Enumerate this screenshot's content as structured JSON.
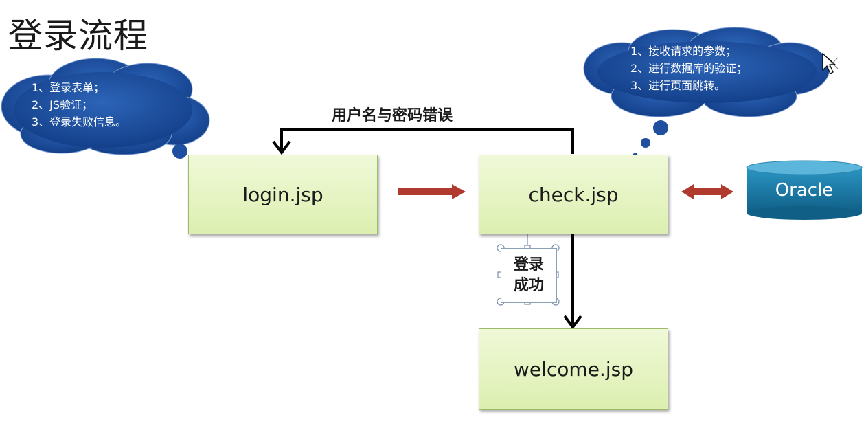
{
  "title": "登录流程",
  "left_cloud": {
    "lines": [
      "1、登录表单；",
      "2、JS验证；",
      "3、登录失败信息。"
    ]
  },
  "right_cloud": {
    "lines": [
      "1、接收请求的参数；",
      "2、进行数据库的验证；",
      "3、进行页面跳转。"
    ]
  },
  "nodes": {
    "login": "login.jsp",
    "check": "check.jsp",
    "welcome": "welcome.jsp",
    "database": "Oracle"
  },
  "edge_labels": {
    "error": "用户名与密码错误",
    "success_line1": "登录",
    "success_line2": "成功"
  },
  "colors": {
    "cloud_fill": "#1f4f9f",
    "node_fill": "#e4f3c2",
    "arrow_red": "#b03a2e",
    "db_fill": "#1a7aa6"
  }
}
